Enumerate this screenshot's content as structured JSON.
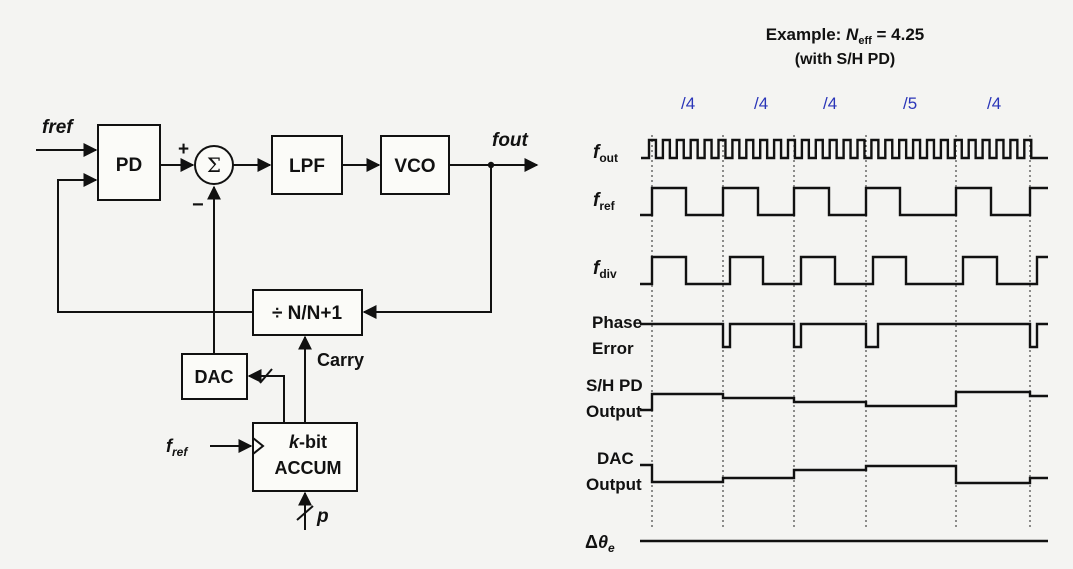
{
  "diagram": {
    "blocks": {
      "pd": "PD",
      "sum": "Σ",
      "lpf": "LPF",
      "vco": "VCO",
      "divider": "÷ N/N+1",
      "dac": "DAC",
      "accum_line1": "k-bit",
      "accum_line2": "ACCUM"
    },
    "labels": {
      "f_ref_in": "fref",
      "f_out": "fout",
      "plus": "+",
      "minus": "−",
      "carry": "Carry",
      "f_ref_accum": "fref",
      "p": "p"
    }
  },
  "timing": {
    "title_line1": "Example: Neff = 4.25",
    "title_line2": "(with S/H PD)",
    "divide_ratios": [
      "/4",
      "/4",
      "/4",
      "/5",
      "/4"
    ],
    "signals": [
      "fout",
      "fref",
      "fdiv",
      "Phase Error",
      "S/H PD Output",
      "DAC Output",
      "Δθe"
    ]
  }
}
